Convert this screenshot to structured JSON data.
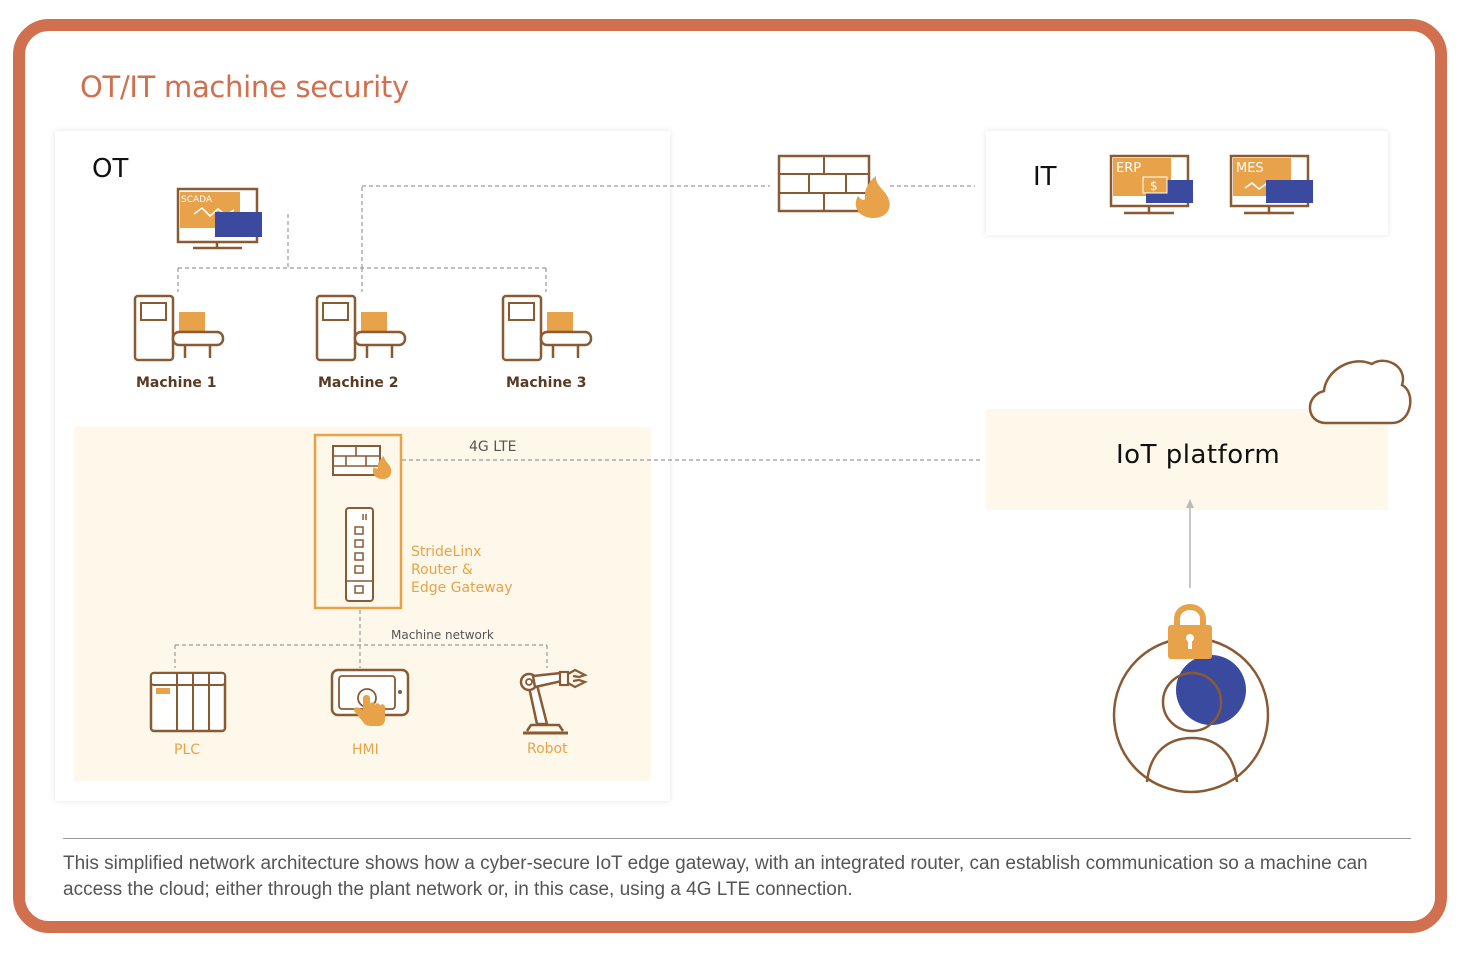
{
  "title": "OT/IT machine security",
  "zones": {
    "ot": "OT",
    "it": "IT",
    "iot_platform": "IoT platform"
  },
  "scada": {
    "label": "SCADA"
  },
  "it_systems": [
    {
      "label": "ERP"
    },
    {
      "label": "MES"
    }
  ],
  "machines": [
    {
      "label": "Machine 1"
    },
    {
      "label": "Machine 2"
    },
    {
      "label": "Machine 3"
    }
  ],
  "connection": {
    "label": "4G LTE"
  },
  "gateway": {
    "line1": "StrideLinx",
    "line2": "Router &",
    "line3": "Edge Gateway"
  },
  "machine_network": {
    "label": "Machine network"
  },
  "devices": [
    {
      "label": "PLC"
    },
    {
      "label": "HMI"
    },
    {
      "label": "Robot"
    }
  ],
  "caption": "This simplified network architecture shows how a cyber-secure IoT edge gateway, with an integrated router, can establish communication so a machine can access the cloud; either through the plant network or, in this case, using a 4G LTE connection.",
  "colors": {
    "accent": "#d0704f",
    "brown": "#8a5a33",
    "orange": "#e8a24a",
    "blue": "#3a4a9e",
    "cream": "#fdf8ea"
  }
}
